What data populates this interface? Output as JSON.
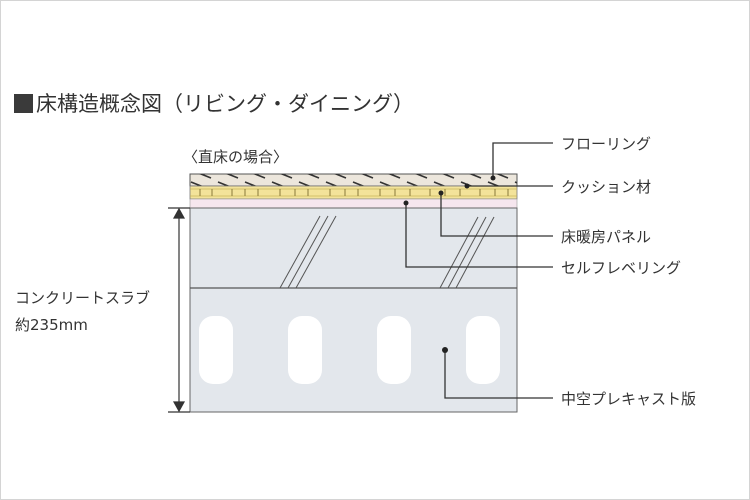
{
  "title": "床構造概念図（リビング・ダイニング）",
  "subtitle": "〈直床の場合〉",
  "labels": {
    "flooring": "フローリング",
    "cushion": "クッション材",
    "floor_heating_panel": "床暖房パネル",
    "self_leveling": "セルフレベリング",
    "hollow_precast_slab": "中空プレキャスト版"
  },
  "dimension": {
    "name": "コンクリートスラブ",
    "value": "約235mm"
  },
  "colors": {
    "flooring": "#ece6dc",
    "cushion": "#f3e39a",
    "self_leveling": "#f6e6ee",
    "slab": "#e3e7ec",
    "void": "#ffffff",
    "line": "#333333"
  }
}
